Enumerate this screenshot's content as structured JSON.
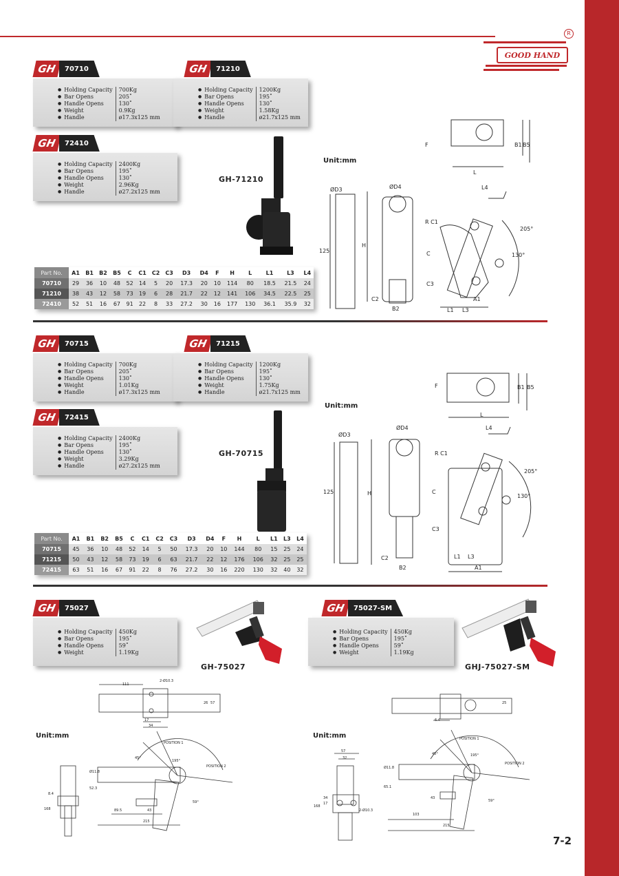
{
  "brand": {
    "name": "GOOD HAND",
    "registered": "R"
  },
  "labels": {
    "gh": "GH",
    "unit": "Unit:mm"
  },
  "spec_keys": [
    "Holding Capacity",
    "Bar Opens",
    "Handle Opens",
    "Weight",
    "Handle"
  ],
  "section1": {
    "products": [
      {
        "code": "70710",
        "values": [
          "700Kg",
          "205˚",
          "130˚",
          "0.9Kg",
          "ø17.3x125 mm"
        ]
      },
      {
        "code": "71210",
        "values": [
          "1200Kg",
          "195˚",
          "130˚",
          "1.58Kg",
          "ø21.7x125 mm"
        ]
      },
      {
        "code": "72410",
        "values": [
          "2400Kg",
          "195˚",
          "130˚",
          "2.96Kg",
          "ø27.2x125 mm"
        ]
      }
    ],
    "model_label": "GH-71210",
    "dim_labels": {
      "d3": "ØD3",
      "d4": "ØD4",
      "h": "H",
      "len": "125",
      "c2": "C2",
      "b2": "B2",
      "c1": "R C1",
      "c": "C",
      "c3": "C3",
      "l1": "L1",
      "l3": "L3",
      "a1": "A1",
      "l4": "L4",
      "f": "F",
      "l": "L",
      "b1": "B1",
      "b5": "B5",
      "ang1": "205°",
      "ang2": "130°"
    },
    "table": {
      "headers": [
        "Part No.",
        "A1",
        "B1",
        "B2",
        "B5",
        "C",
        "C1",
        "C2",
        "C3",
        "D3",
        "D4",
        "F",
        "H",
        "L",
        "L1",
        "L3",
        "L4"
      ],
      "rows": [
        [
          "70710",
          "29",
          "36",
          "10",
          "48",
          "52",
          "14",
          "5",
          "20",
          "17.3",
          "20",
          "10",
          "114",
          "80",
          "18.5",
          "21.5",
          "24"
        ],
        [
          "71210",
          "38",
          "43",
          "12",
          "58",
          "73",
          "19",
          "6",
          "28",
          "21.7",
          "22",
          "12",
          "141",
          "106",
          "34.5",
          "22.5",
          "25"
        ],
        [
          "72410",
          "52",
          "51",
          "16",
          "67",
          "91",
          "22",
          "8",
          "33",
          "27.2",
          "30",
          "16",
          "177",
          "130",
          "36.1",
          "35.9",
          "32"
        ]
      ]
    }
  },
  "section2": {
    "products": [
      {
        "code": "70715",
        "values": [
          "700Kg",
          "205˚",
          "130˚",
          "1.01Kg",
          "ø17.3x125 mm"
        ]
      },
      {
        "code": "71215",
        "values": [
          "1200Kg",
          "195˚",
          "130˚",
          "1.75Kg",
          "ø21.7x125 mm"
        ]
      },
      {
        "code": "72415",
        "values": [
          "2400Kg",
          "195˚",
          "130˚",
          "3.29Kg",
          "ø27.2x125 mm"
        ]
      }
    ],
    "model_label": "GH-70715",
    "dim_labels": {
      "d3": "ØD3",
      "d4": "ØD4",
      "h": "H",
      "len": "125",
      "c2": "C2",
      "b2": "B2",
      "c1": "R C1",
      "c": "C",
      "c3": "C3",
      "l1": "L1",
      "l3": "L3",
      "a1": "A1",
      "l4": "L4",
      "f": "F",
      "l": "L",
      "b1": "B1",
      "b5": "B5",
      "ang1": "205°",
      "ang2": "130°"
    },
    "table": {
      "headers": [
        "Part No.",
        "A1",
        "B1",
        "B2",
        "B5",
        "C",
        "C1",
        "C2",
        "C3",
        "D3",
        "D4",
        "F",
        "H",
        "L",
        "L1",
        "L3",
        "L4"
      ],
      "rows": [
        [
          "70715",
          "45",
          "36",
          "10",
          "48",
          "52",
          "14",
          "5",
          "50",
          "17.3",
          "20",
          "10",
          "144",
          "80",
          "15",
          "25",
          "24"
        ],
        [
          "71215",
          "50",
          "43",
          "12",
          "58",
          "73",
          "19",
          "6",
          "63",
          "21.7",
          "22",
          "12",
          "176",
          "106",
          "32",
          "25",
          "25"
        ],
        [
          "72415",
          "63",
          "51",
          "16",
          "67",
          "91",
          "22",
          "8",
          "76",
          "27.2",
          "30",
          "16",
          "220",
          "130",
          "32",
          "40",
          "32"
        ]
      ]
    }
  },
  "section3": {
    "products": [
      {
        "code": "75027",
        "values": [
          "450Kg",
          "195˚",
          "59˚",
          "1.19Kg"
        ]
      },
      {
        "code": "75027-SM",
        "values": [
          "450Kg",
          "195˚",
          "59˚",
          "1.19Kg"
        ]
      }
    ],
    "model_left": "GH-75027",
    "model_right": "GHJ-75027-SM",
    "left_dims": {
      "d111": "111",
      "hole": "2-Ø10.3",
      "d17": "17",
      "d34": "34",
      "d26": "26",
      "d57": "57",
      "pos1": "POSITION 1",
      "pos2": "POSITION 2",
      "d118": "Ø11.8",
      "d523": "52.3",
      "d895": "89.5",
      "d43": "43",
      "d215": "215",
      "d84": "8.4",
      "d168": "168",
      "a195": "195°",
      "a45": "45°",
      "a59": "59°"
    },
    "right_dims": {
      "d64": "6.4",
      "pos1": "POSITION 1",
      "pos2": "POSITION 2",
      "d57": "57",
      "d32": "32",
      "d34": "34",
      "d17": "17",
      "hole": "2-Ø10.3",
      "d168": "168",
      "d651": "65.1",
      "d118": "Ø11.8",
      "d43": "43",
      "d103": "103",
      "d215": "215",
      "d25": "25",
      "a195": "195°",
      "a45": "45°",
      "a59": "59°"
    }
  },
  "page_number": "7-2",
  "colors": {
    "brand_red": "#c0282b",
    "sidebar": "#b8272a",
    "black": "#222222"
  }
}
